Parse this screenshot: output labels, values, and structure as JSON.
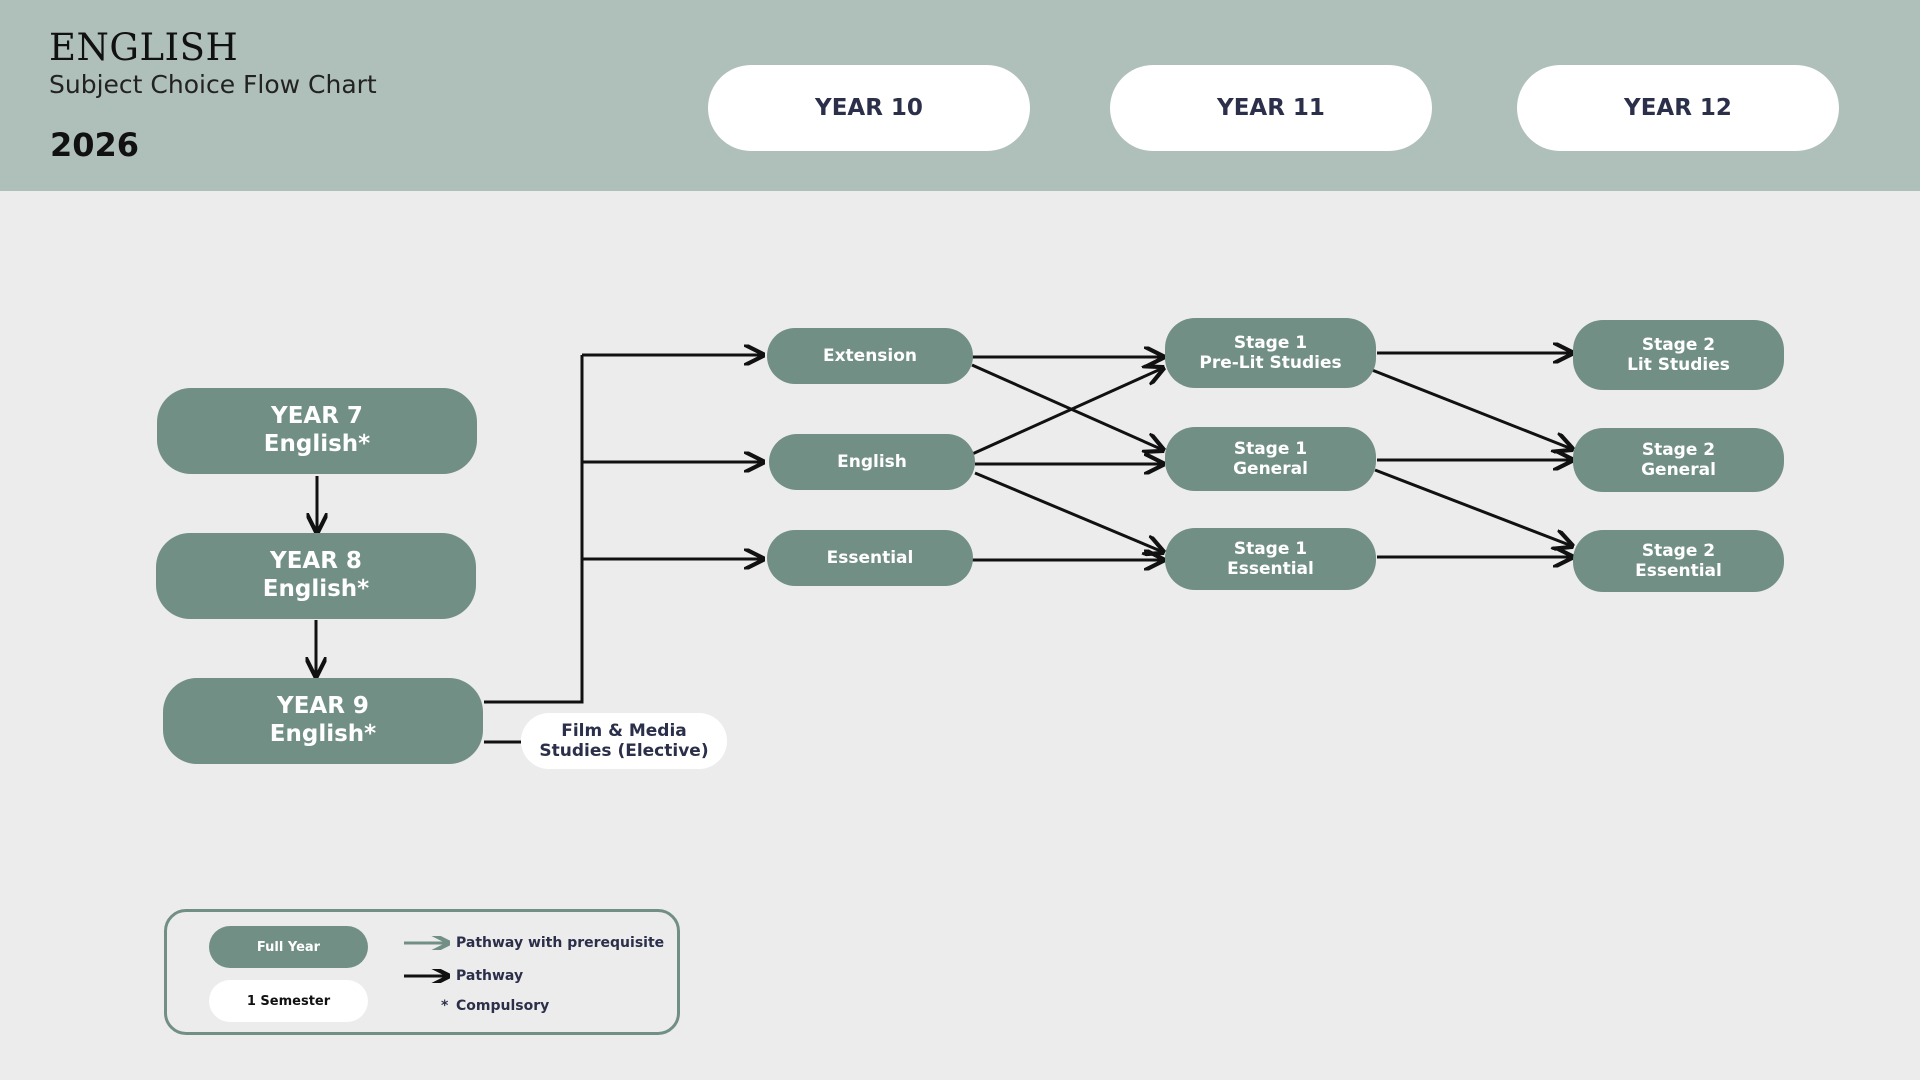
{
  "header": {
    "title": "ENGLISH",
    "subtitle": "Subject Choice Flow Chart",
    "year": "2026",
    "columns": [
      "YEAR 10",
      "YEAR 11",
      "YEAR 12"
    ]
  },
  "nodes": {
    "year7": "YEAR 7\nEnglish*",
    "year8": "YEAR 8\nEnglish*",
    "year9": "YEAR 9\nEnglish*",
    "film": "Film & Media\nStudies (Elective)",
    "extension": "Extension",
    "english": "English",
    "essential": "Essential",
    "s1_prelit": "Stage 1\nPre-Lit Studies",
    "s1_general": "Stage 1\nGeneral",
    "s1_essential": "Stage 1\nEssential",
    "s2_lit": "Stage 2\nLit Studies",
    "s2_general": "Stage 2\nGeneral",
    "s2_essential": "Stage 2\nEssential"
  },
  "legend": {
    "full_year": "Full Year",
    "semester": "1 Semester",
    "prereq": "Pathway with prerequisite",
    "pathway": "Pathway",
    "compulsory_mark": "*",
    "compulsory": "Compulsory"
  },
  "colors": {
    "header_bg": "#afbfb9",
    "node": "#728f86",
    "text_dark": "#2b2f4a",
    "arrow": "#111111",
    "prereq_arrow": "#728f86"
  }
}
